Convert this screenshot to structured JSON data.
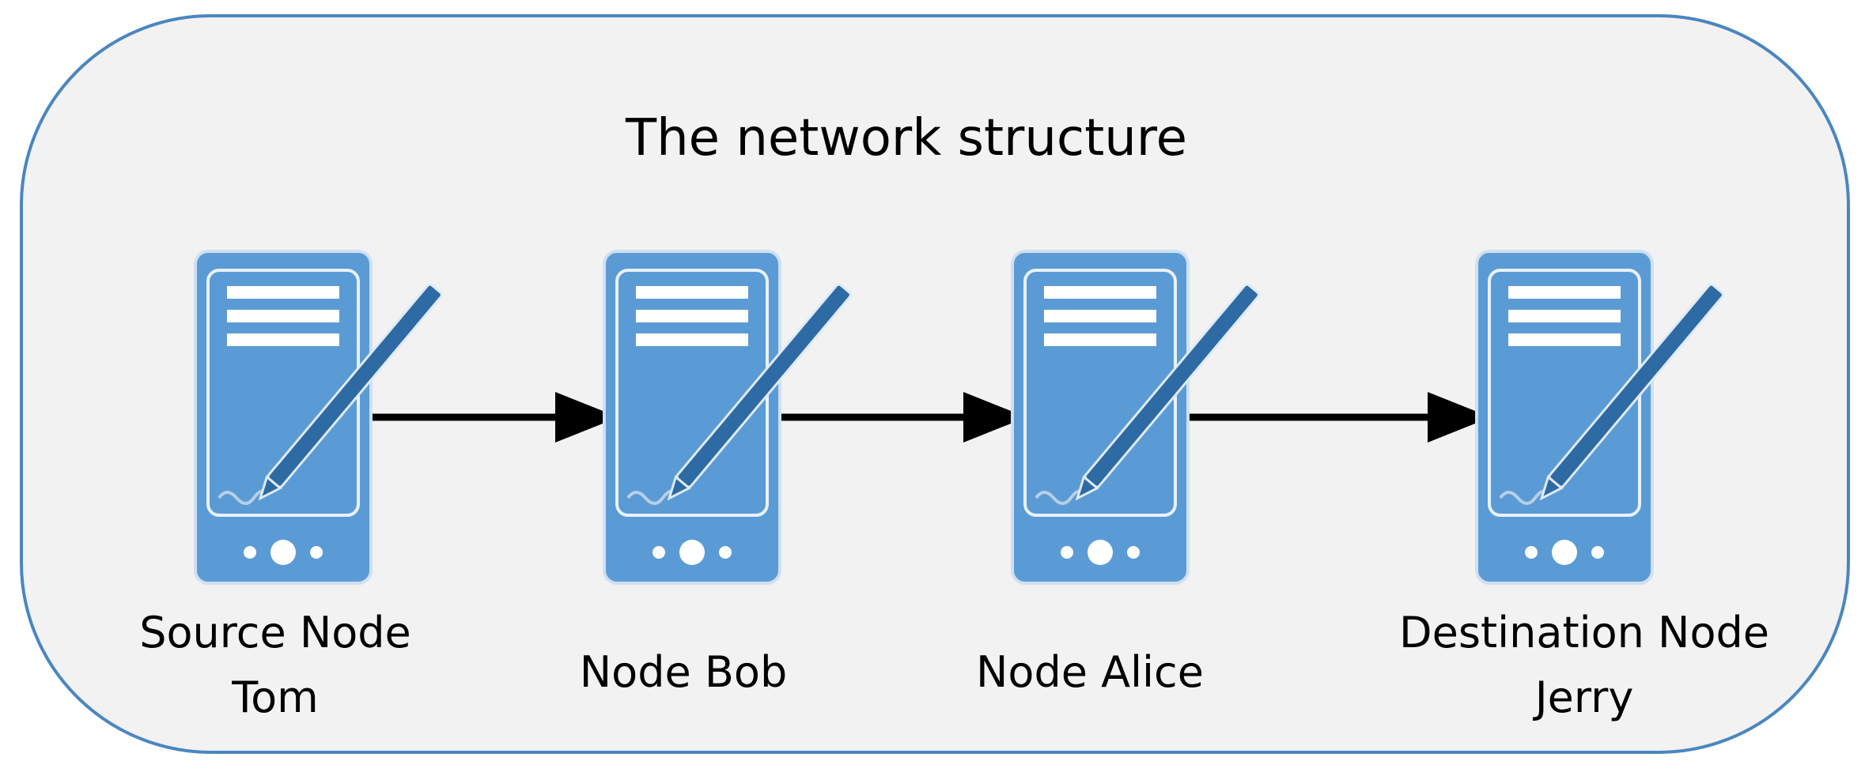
{
  "title": "The network structure",
  "nodes": [
    {
      "id": "tom",
      "lines": [
        "Source Node",
        "Tom"
      ]
    },
    {
      "id": "bob",
      "lines": [
        "Node Bob"
      ]
    },
    {
      "id": "alice",
      "lines": [
        "Node Alice"
      ]
    },
    {
      "id": "jerry",
      "lines": [
        "Destination Node",
        "Jerry"
      ]
    }
  ],
  "edges": [
    {
      "from": "tom",
      "to": "bob"
    },
    {
      "from": "bob",
      "to": "alice"
    },
    {
      "from": "alice",
      "to": "jerry"
    }
  ],
  "colors": {
    "background": "#f2f2f2",
    "border": "#4a86c0",
    "device_body": "#5b9bd5",
    "device_bezel": "#cfe0f2",
    "pen": "#2e6aa3",
    "arrow": "#000000"
  },
  "icon": "signing-device-icon"
}
